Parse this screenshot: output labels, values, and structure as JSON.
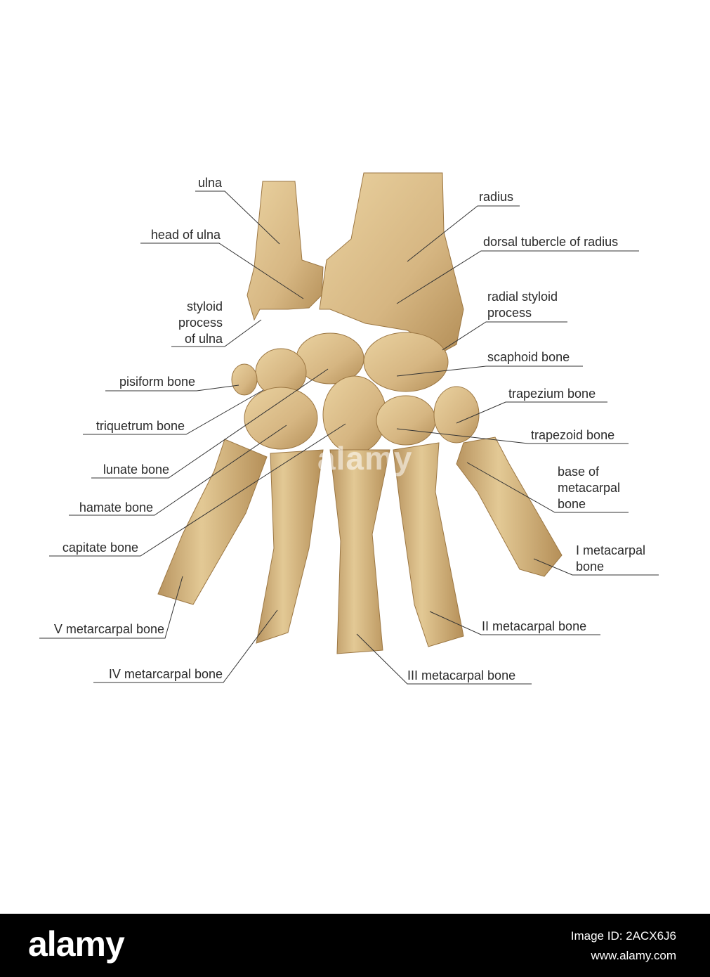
{
  "labels": {
    "ulna": "ulna",
    "head_of_ulna": "head of ulna",
    "styloid_process_ulna": [
      "styloid",
      "process",
      "of ulna"
    ],
    "pisiform": "pisiform bone",
    "triquetrum": "triquetrum bone",
    "lunate": "lunate bone",
    "hamate": "hamate bone",
    "capitate": "capitate bone",
    "metacarpal_v": "V metarcarpal bone",
    "metacarpal_iv": "IV metarcarpal bone",
    "radius": "radius",
    "dorsal_tubercle": "dorsal tubercle of radius",
    "radial_styloid": [
      "radial styloid",
      "process"
    ],
    "scaphoid": "scaphoid bone",
    "trapezium": "trapezium bone",
    "trapezoid": "trapezoid bone",
    "base_metacarpal": [
      "base of",
      "metacarpal",
      "bone"
    ],
    "metacarpal_i": [
      "I metacarpal",
      "bone"
    ],
    "metacarpal_ii": "II metacarpal bone",
    "metacarpal_iii": "III metacarpal bone"
  },
  "watermark": "alamy",
  "footer": {
    "brand": "alamy",
    "image_id": "Image ID: 2ACX6J6",
    "site": "www.alamy.com"
  },
  "colors": {
    "bone_fill": "#dcc08c",
    "bone_shadow": "#a8814c",
    "leader_line": "#333333"
  }
}
